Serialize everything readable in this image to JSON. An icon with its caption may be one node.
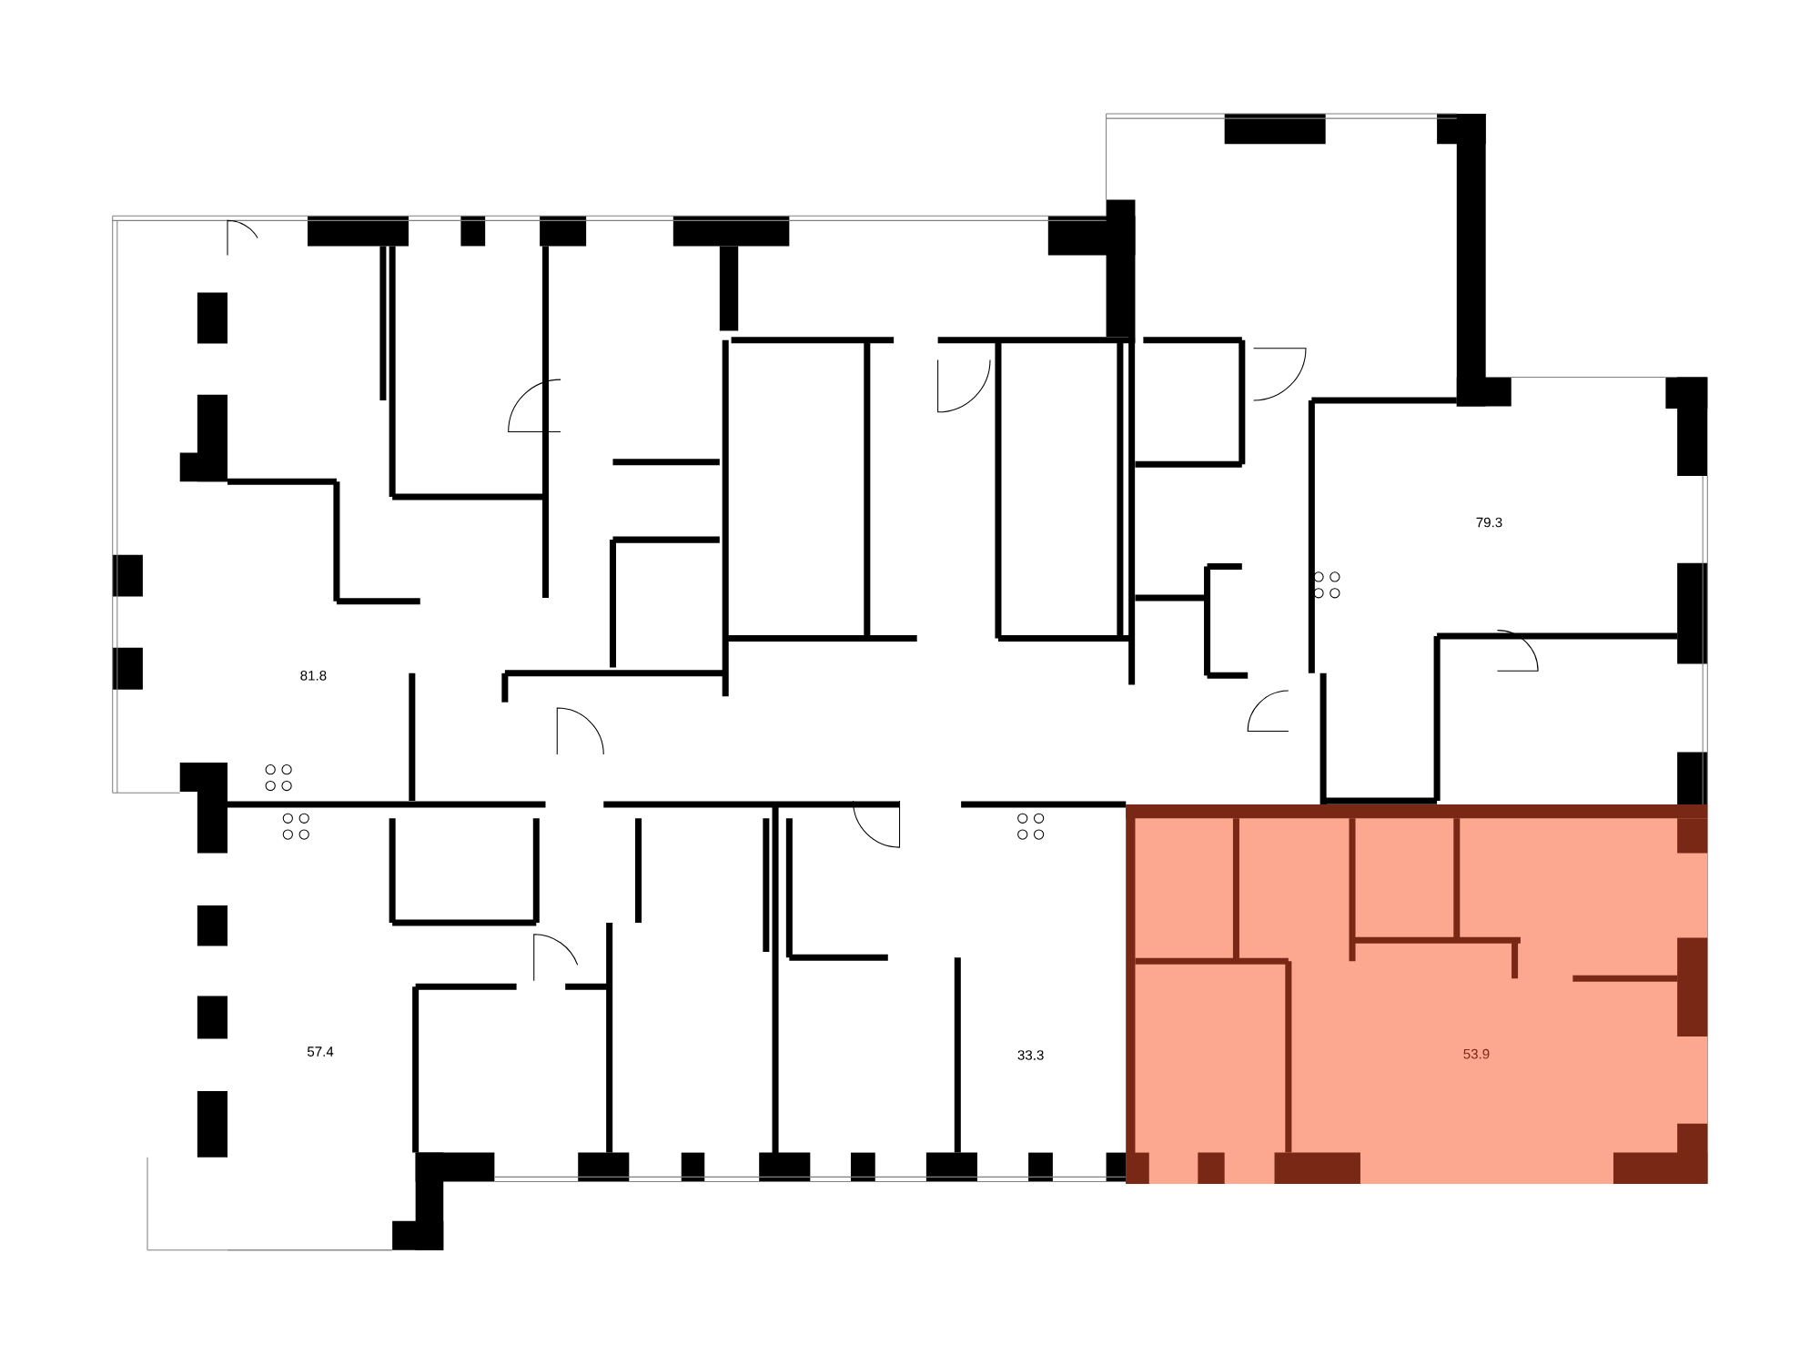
{
  "diagram": {
    "nodes": [
      {
        "text": [
          "53.9"
        ]
      }
    ],
    "labels": [
      "81.8",
      "79.3",
      "57.4",
      "33.3"
    ]
  }
}
